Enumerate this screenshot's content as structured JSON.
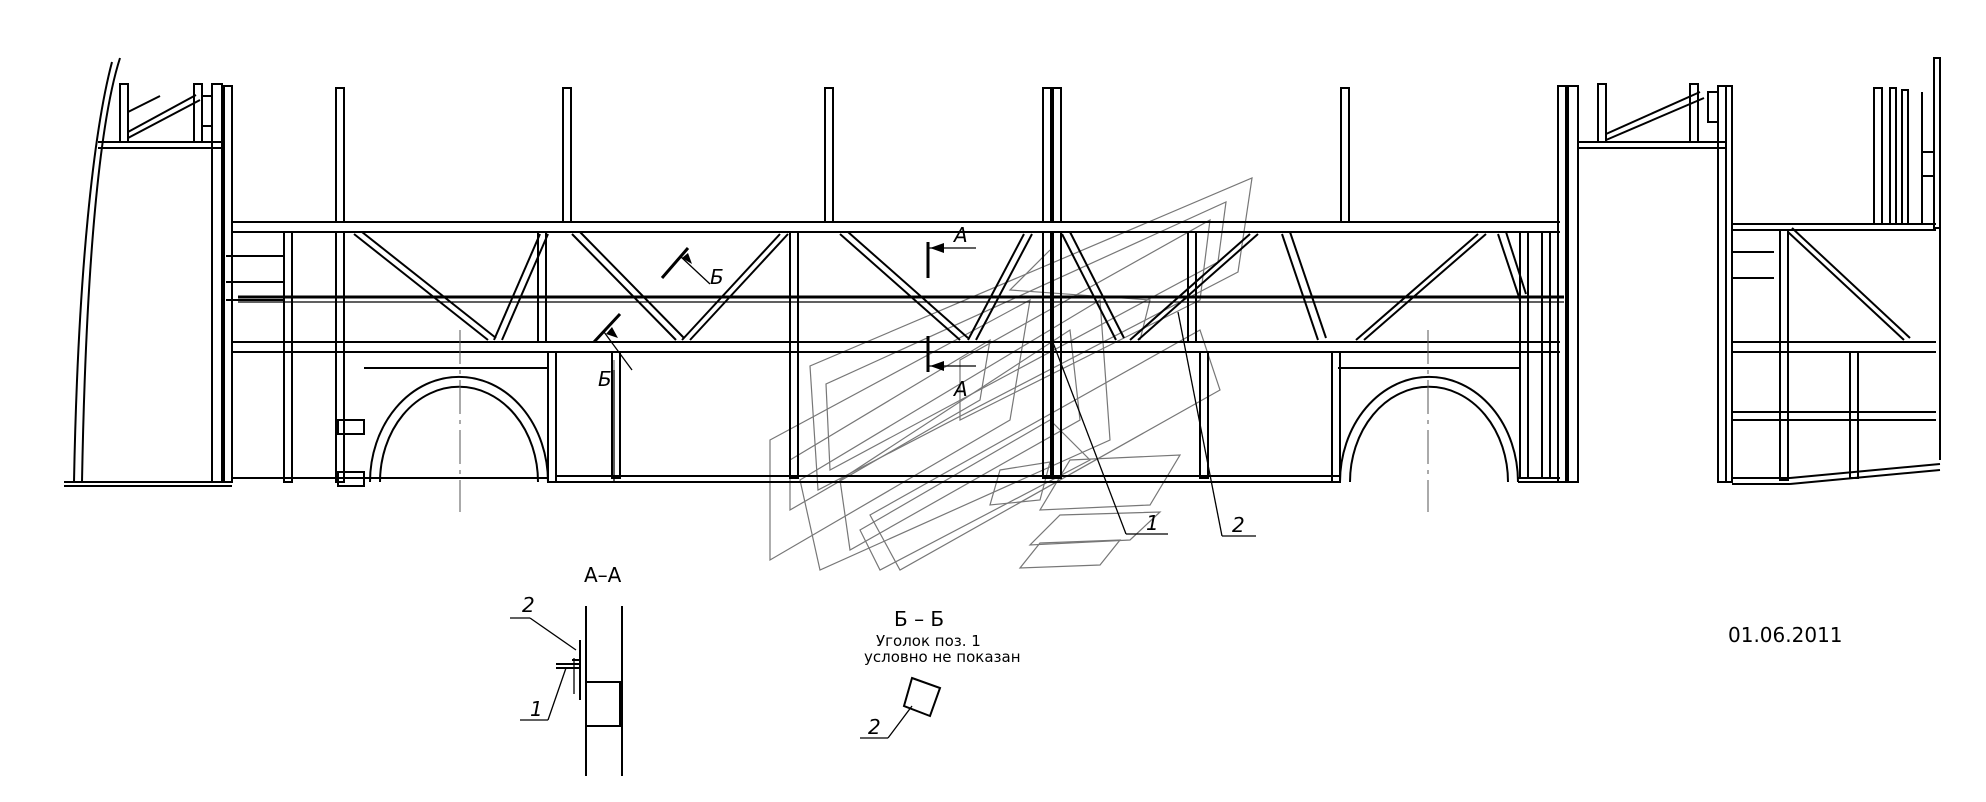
{
  "labels": {
    "cut_a": "А",
    "cut_b": "Б",
    "pos_1": "1",
    "pos_2": "2"
  },
  "section_aa": {
    "title": "А–А",
    "pos_1": "1",
    "pos_2": "2"
  },
  "section_bb": {
    "title": "Б – Б",
    "note_line1": "Уголок поз. 1",
    "note_line2": "условно не показан",
    "pos_2": "2"
  },
  "date": "01.06.2011"
}
